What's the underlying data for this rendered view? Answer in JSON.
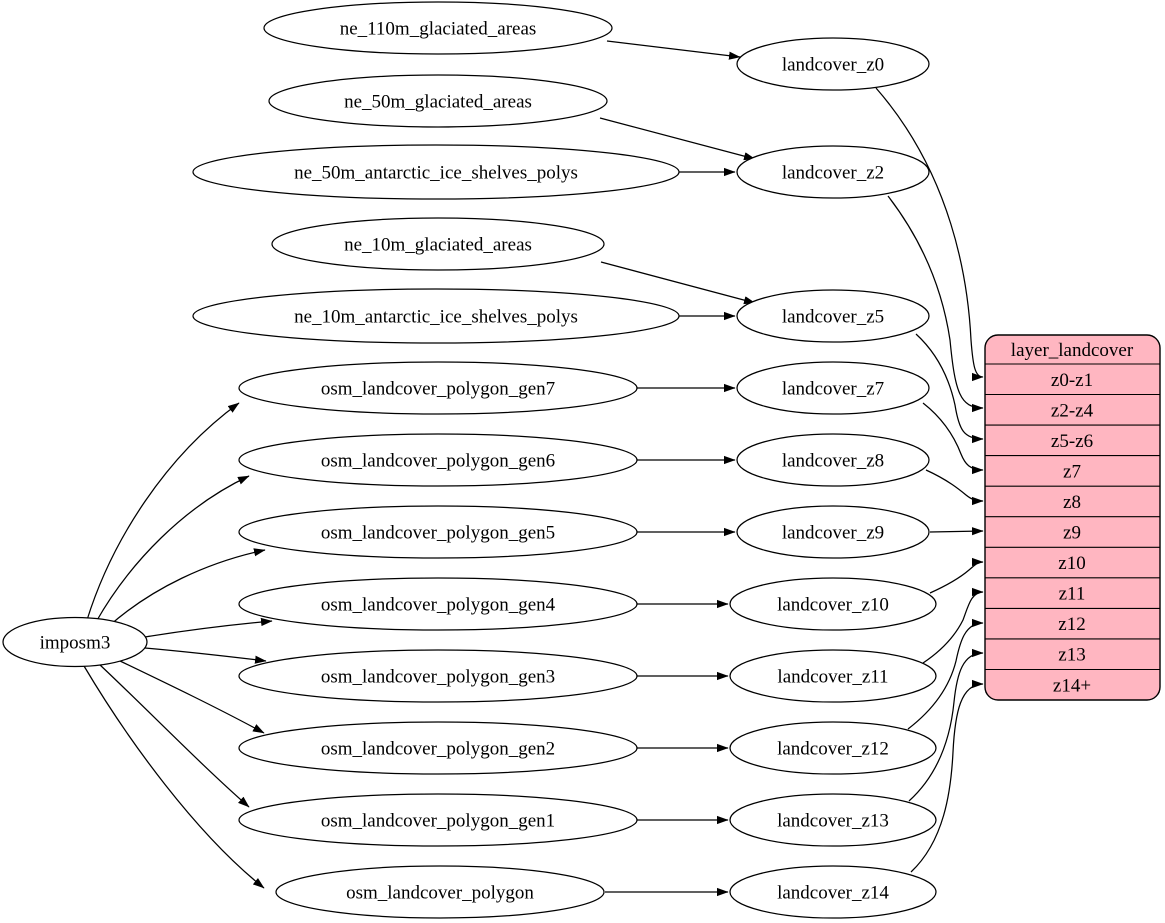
{
  "diagram": {
    "type": "graphviz-dependency-graph",
    "background": "#ffffff",
    "colors": {
      "table_fill": "#ffb6c1",
      "node_fill": "#ffffff",
      "edge_stroke": "#000000",
      "text": "#000000"
    },
    "nodes": {
      "imposm3": "imposm3",
      "ne_110m": "ne_110m_glaciated_areas",
      "ne_50m": "ne_50m_glaciated_areas",
      "ne_50m_antarctic": "ne_50m_antarctic_ice_shelves_polys",
      "ne_10m": "ne_10m_glaciated_areas",
      "ne_10m_antarctic": "ne_10m_antarctic_ice_shelves_polys",
      "gen7": "osm_landcover_polygon_gen7",
      "gen6": "osm_landcover_polygon_gen6",
      "gen5": "osm_landcover_polygon_gen5",
      "gen4": "osm_landcover_polygon_gen4",
      "gen3": "osm_landcover_polygon_gen3",
      "gen2": "osm_landcover_polygon_gen2",
      "gen1": "osm_landcover_polygon_gen1",
      "polygon": "osm_landcover_polygon",
      "z0": "landcover_z0",
      "z2": "landcover_z2",
      "z5": "landcover_z5",
      "z7": "landcover_z7",
      "z8": "landcover_z8",
      "z9": "landcover_z9",
      "z10": "landcover_z10",
      "z11": "landcover_z11",
      "z12": "landcover_z12",
      "z13": "landcover_z13",
      "z14": "landcover_z14"
    },
    "table": {
      "title": "layer_landcover",
      "rows": [
        "z0-z1",
        "z2-z4",
        "z5-z6",
        "z7",
        "z8",
        "z9",
        "z10",
        "z11",
        "z12",
        "z13",
        "z14+"
      ]
    },
    "edges": [
      {
        "from": "imposm3",
        "to": "osm_landcover_polygon_gen7"
      },
      {
        "from": "imposm3",
        "to": "osm_landcover_polygon_gen6"
      },
      {
        "from": "imposm3",
        "to": "osm_landcover_polygon_gen5"
      },
      {
        "from": "imposm3",
        "to": "osm_landcover_polygon_gen4"
      },
      {
        "from": "imposm3",
        "to": "osm_landcover_polygon_gen3"
      },
      {
        "from": "imposm3",
        "to": "osm_landcover_polygon_gen2"
      },
      {
        "from": "imposm3",
        "to": "osm_landcover_polygon_gen1"
      },
      {
        "from": "imposm3",
        "to": "osm_landcover_polygon"
      },
      {
        "from": "ne_110m_glaciated_areas",
        "to": "landcover_z0"
      },
      {
        "from": "ne_50m_glaciated_areas",
        "to": "landcover_z2"
      },
      {
        "from": "ne_50m_antarctic_ice_shelves_polys",
        "to": "landcover_z2"
      },
      {
        "from": "ne_10m_glaciated_areas",
        "to": "landcover_z5"
      },
      {
        "from": "ne_10m_antarctic_ice_shelves_polys",
        "to": "landcover_z5"
      },
      {
        "from": "osm_landcover_polygon_gen7",
        "to": "landcover_z7"
      },
      {
        "from": "osm_landcover_polygon_gen6",
        "to": "landcover_z8"
      },
      {
        "from": "osm_landcover_polygon_gen5",
        "to": "landcover_z9"
      },
      {
        "from": "osm_landcover_polygon_gen4",
        "to": "landcover_z10"
      },
      {
        "from": "osm_landcover_polygon_gen3",
        "to": "landcover_z11"
      },
      {
        "from": "osm_landcover_polygon_gen2",
        "to": "landcover_z12"
      },
      {
        "from": "osm_landcover_polygon_gen1",
        "to": "landcover_z13"
      },
      {
        "from": "osm_landcover_polygon",
        "to": "landcover_z14"
      },
      {
        "from": "landcover_z0",
        "to": "layer_landcover:z0-z1"
      },
      {
        "from": "landcover_z2",
        "to": "layer_landcover:z2-z4"
      },
      {
        "from": "landcover_z5",
        "to": "layer_landcover:z5-z6"
      },
      {
        "from": "landcover_z7",
        "to": "layer_landcover:z7"
      },
      {
        "from": "landcover_z8",
        "to": "layer_landcover:z8"
      },
      {
        "from": "landcover_z9",
        "to": "layer_landcover:z9"
      },
      {
        "from": "landcover_z10",
        "to": "layer_landcover:z10"
      },
      {
        "from": "landcover_z11",
        "to": "layer_landcover:z11"
      },
      {
        "from": "landcover_z12",
        "to": "layer_landcover:z12"
      },
      {
        "from": "landcover_z13",
        "to": "layer_landcover:z13"
      },
      {
        "from": "landcover_z14",
        "to": "layer_landcover:z14+"
      }
    ]
  }
}
